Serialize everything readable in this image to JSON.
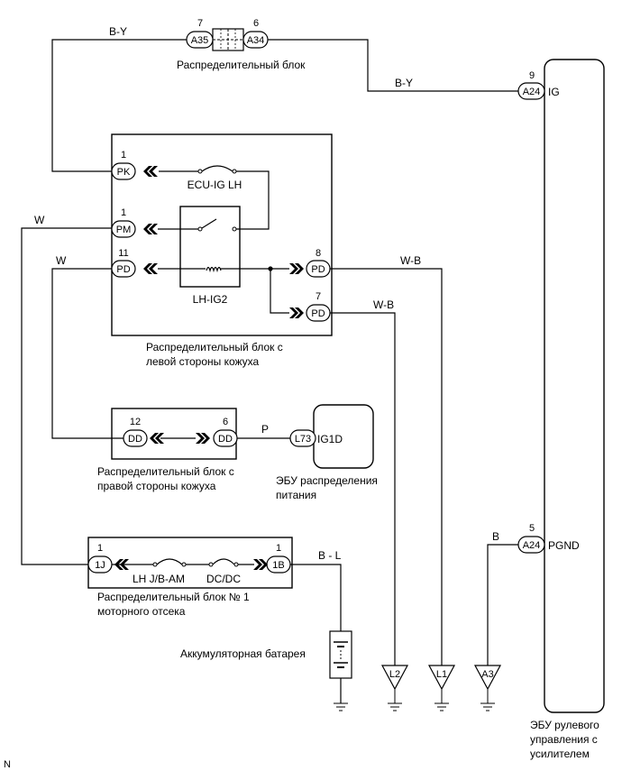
{
  "wires": {
    "by_top": "B-Y",
    "by_right": "B-Y",
    "w_pm": "W",
    "w_pd": "W",
    "wb_8": "W-B",
    "wb_7": "W-B",
    "p": "P",
    "bl": "B - L",
    "b": "B"
  },
  "blocks": {
    "distribution": "Распределительный блок",
    "left_cowl_1": "Распределительный блок с",
    "left_cowl_2": "левой стороны кожуха",
    "right_cowl_1": "Распределительный блок с",
    "right_cowl_2": "правой стороны кожуха",
    "engine_1": "Распределительный блок № 1",
    "engine_2": "моторного отсека",
    "power_ecu_1": "ЭБУ распределения",
    "power_ecu_2": "питания",
    "battery": "Аккумуляторная батарея",
    "eps_ecu_1": "ЭБУ рулевого",
    "eps_ecu_2": "управления с",
    "eps_ecu_3": "усилителем"
  },
  "fuses": {
    "ecu_ig_lh": "ECU-IG LH",
    "lh_ig2": "LH-IG2",
    "lh_jb_am": "LH J/B-AM",
    "dc_dc": "DC/DC"
  },
  "connectors": {
    "a35": {
      "name": "A35",
      "pin": "7"
    },
    "a34": {
      "name": "A34",
      "pin": "6"
    },
    "a24_ig": {
      "name": "A24",
      "pin": "9",
      "terminal": "IG"
    },
    "a24_pgnd": {
      "name": "A24",
      "pin": "5",
      "terminal": "PGND"
    },
    "pk": {
      "name": "PK",
      "pin": "1"
    },
    "pm": {
      "name": "PM",
      "pin": "1"
    },
    "pd11": {
      "name": "PD",
      "pin": "11"
    },
    "pd8": {
      "name": "PD",
      "pin": "8"
    },
    "pd7": {
      "name": "PD",
      "pin": "7"
    },
    "dd12": {
      "name": "DD",
      "pin": "12"
    },
    "dd6": {
      "name": "DD",
      "pin": "6"
    },
    "l73": {
      "name": "L73",
      "terminal": "IG1D"
    },
    "j1": {
      "name": "1J",
      "pin": "1"
    },
    "b1": {
      "name": "1B",
      "pin": "1"
    }
  },
  "grounds": {
    "l2": "L2",
    "l1": "L1",
    "a3": "A3"
  },
  "corner_mark": "N"
}
